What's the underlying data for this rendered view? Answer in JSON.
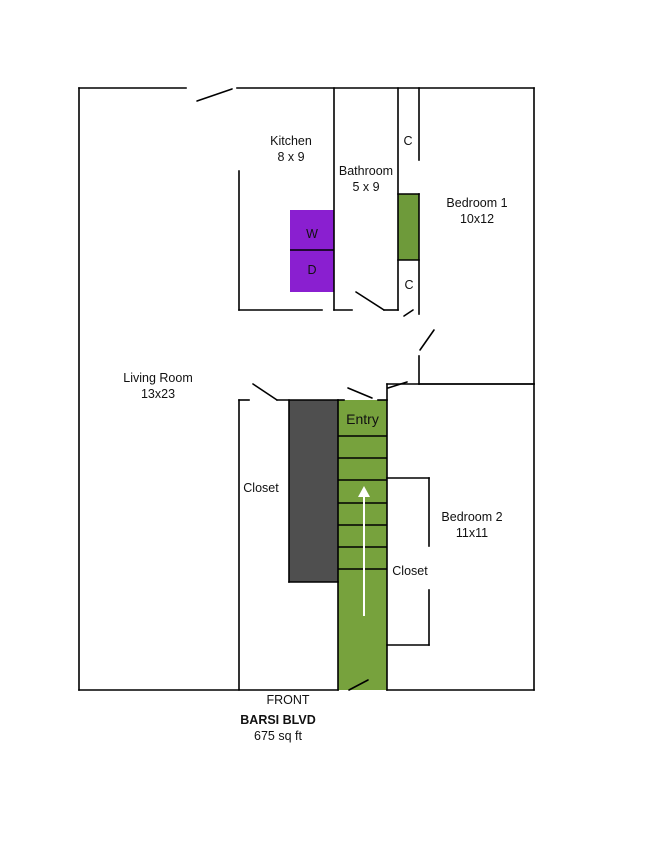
{
  "rooms": {
    "kitchen": {
      "name": "Kitchen",
      "size": "8 x 9"
    },
    "bathroom": {
      "name": "Bathroom",
      "size": "5 x 9"
    },
    "bedroom1": {
      "name": "Bedroom 1",
      "size": "10x12"
    },
    "bedroom2": {
      "name": "Bedroom 2",
      "size": "11x11"
    },
    "living": {
      "name": "Living Room",
      "size": "13x23"
    },
    "entry": {
      "name": "Entry"
    },
    "closet_left": {
      "name": "Closet"
    },
    "closet_right": {
      "name": "Closet"
    },
    "closet_c1": {
      "name": "C"
    },
    "closet_c2": {
      "name": "C"
    }
  },
  "appliances": {
    "washer": "W",
    "dryer": "D"
  },
  "front_label": "FRONT",
  "street": "BARSI BLVD",
  "area": "675 sq ft",
  "colors": {
    "wall": "#000000",
    "stair_green": "#77a23d",
    "closet_green": "#6e9a3a",
    "appliance_purple": "#8a1fd0",
    "storage_gray": "#4f4f4f",
    "arrow": "#ffffff"
  }
}
